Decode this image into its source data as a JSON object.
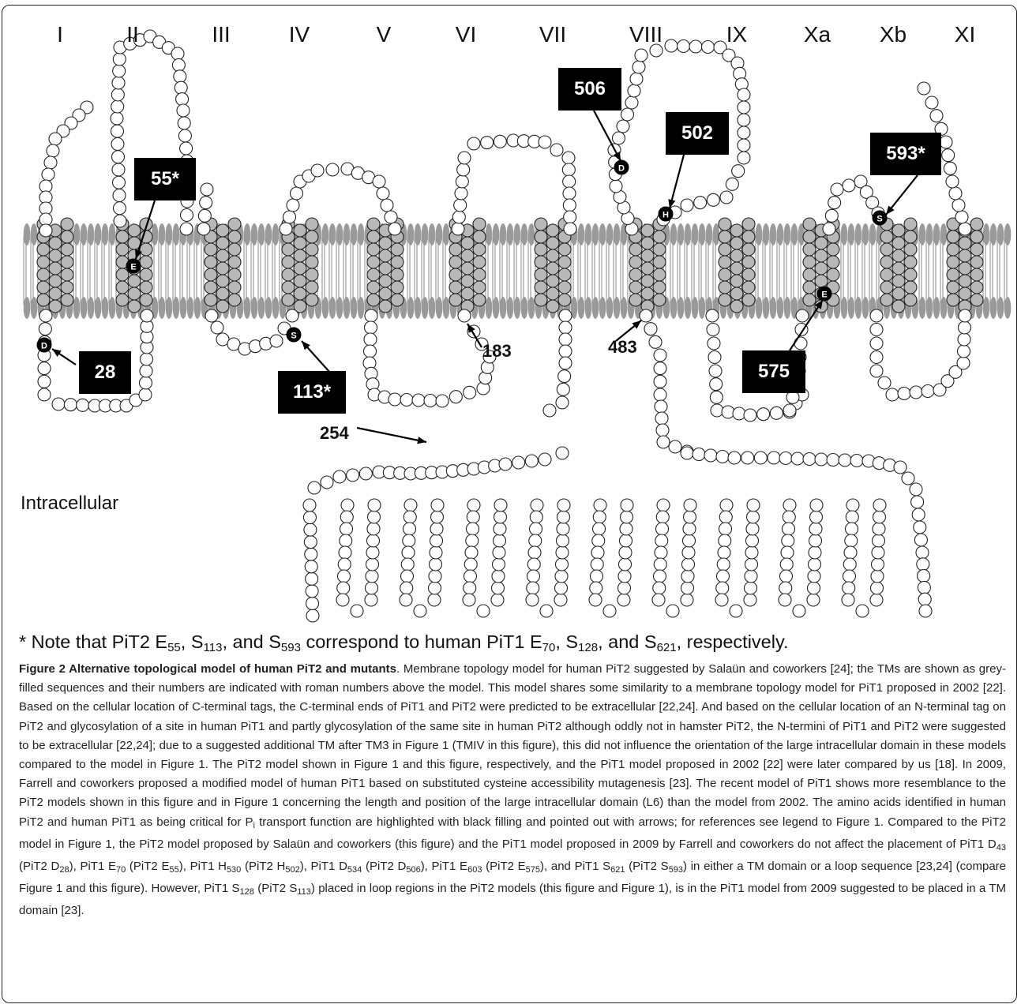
{
  "tm_labels": [
    "I",
    "II",
    "III",
    "IV",
    "V",
    "VI",
    "VII",
    "VIII",
    "IX",
    "Xa",
    "Xb",
    "XI"
  ],
  "side_label": "Intracellular",
  "callouts": [
    {
      "text": "28",
      "style": "box"
    },
    {
      "text": "55*",
      "style": "box"
    },
    {
      "text": "113*",
      "style": "box"
    },
    {
      "text": "183",
      "style": "plain"
    },
    {
      "text": "254",
      "style": "plain"
    },
    {
      "text": "483",
      "style": "plain"
    },
    {
      "text": "502",
      "style": "box"
    },
    {
      "text": "506",
      "style": "box"
    },
    {
      "text": "575",
      "style": "box"
    },
    {
      "text": "593*",
      "style": "box"
    }
  ],
  "highlighted_residues": [
    "D",
    "E",
    "S",
    "H",
    "D",
    "E",
    "S"
  ],
  "note": {
    "t1": "* Note that PiT2 E",
    "s1": "55",
    "t2": ", S",
    "s2": "113",
    "t3": ", and S",
    "s3": "593",
    "t4": " correspond to human PiT1 E",
    "s4": "70",
    "t5": ", S",
    "s5": "128",
    "t6": ", and S",
    "s6": "621",
    "t7": ", respectively."
  },
  "caption": {
    "title": "Figure 2 Alternative topological model of human PiT2 and mutants",
    "p1": ". Membrane topology model for human PiT2 suggested by Salaün and coworkers [24]; the TMs are shown as grey-filled sequences and their numbers are indicated with roman numbers above the model. This model shares some similarity to a membrane topology model for PiT1 proposed in 2002 [22]. Based on the cellular location of C-terminal tags, the C-terminal ends of PiT1 and PiT2 were predicted to be extracellular [22,24]. And based on the cellular location of an N-terminal tag on PiT2 and glycosylation of a site in human PiT1 and partly glycosylation of the same site in human PiT2 although oddly not in hamster PiT2, the N-termini of PiT1 and PiT2 were suggested to be extracellular [22,24]; due to a suggested additional TM after TM3 in Figure 1 (TMIV in this figure), this did not influence the orientation of the large intracellular domain in these models compared to the model in Figure 1. The PiT2 model shown in Figure 1 and this figure, respectively, and the PiT1 model proposed in 2002 [22] were later compared by us [18]. In 2009, Farrell and coworkers proposed a modified model of human PiT1 based on substituted cysteine accessibility mutagenesis [23]. The recent model of PiT1 shows more resemblance to the PiT2 models shown in this figure and in Figure 1 concerning the length and position of the large intracellular domain (L6) than the model from 2002. The amino acids identified in human PiT2 and human PiT1 as being critical for P",
    "p1_sub": "i",
    "p2": " transport function are highlighted with black filling and pointed out with arrows; for references see legend to Figure 1. Compared to the PiT2 model in Figure 1, the PiT2 model proposed by Salaün and coworkers (this figure) and the PiT1 model proposed in 2009 by Farrell and coworkers do not affect the placement of PiT1 D",
    "a1": "43",
    "b1": " (PiT2 D",
    "a2": "28",
    "b2": "), PiT1 E",
    "a3": "70",
    "b3": " (PiT2 E",
    "a4": "55",
    "b4": "), PiT1 H",
    "a5": "530",
    "b5": " (PiT2 H",
    "a6": "502",
    "b6": "), PiT1 D",
    "a7": "534",
    "b7": " (PiT2 D",
    "a8": "506",
    "b8": "), PiT1 E",
    "a9": "603",
    "b9": " (PiT2 E",
    "a10": "575",
    "b10": "), and PiT1 S",
    "a11": "621",
    "b11": " (PiT2 S",
    "a12": "593",
    "b12": ") in either a TM domain or a loop sequence [23,24] (compare Figure 1 and this figure). However, PiT1 S",
    "a13": "128",
    "b13": " (PiT2 S",
    "a14": "113",
    "b14": ") placed in loop regions in the PiT2 models (this figure and Figure 1), is in the PiT1 model from 2009 suggested to be placed in a TM domain [23]."
  },
  "colors": {
    "membrane": "#9a9a9a",
    "tm_residue": "#b8b8b8",
    "highlight": "#000000"
  }
}
